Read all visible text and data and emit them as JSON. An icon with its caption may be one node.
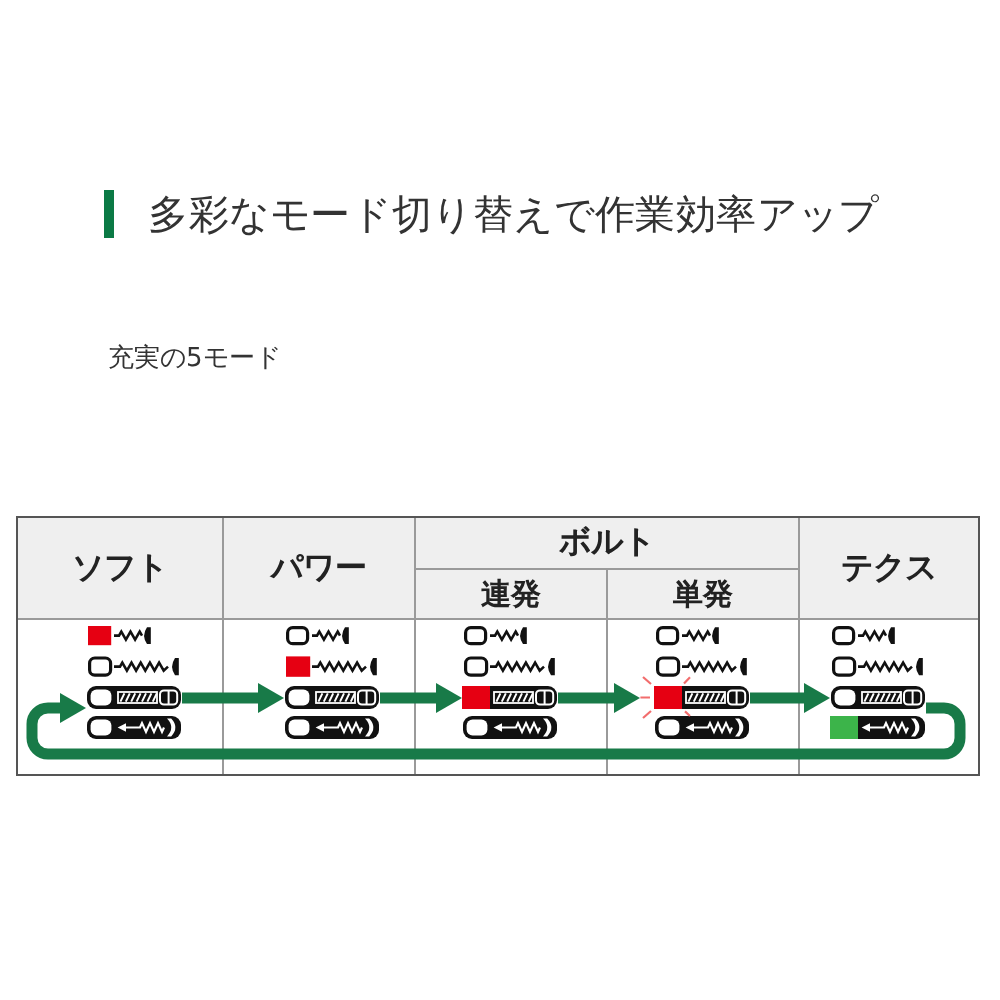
{
  "diagram": {
    "title": "多彩なモード切り替えで作業効率アップ",
    "nodes": [
      {
        "text": [],
        "shape": "picture"
      },
      {
        "text": [],
        "shape": "picture"
      },
      {
        "text": [],
        "shape": "picture"
      },
      {
        "text": [],
        "shape": "picture"
      },
      {
        "text": [],
        "shape": "picture"
      }
    ],
    "edges": [
      {
        "from": 0,
        "to": 1,
        "arrow": "to"
      },
      {
        "from": 1,
        "to": 2,
        "arrow": "to"
      },
      {
        "from": 2,
        "to": 3,
        "arrow": "to"
      },
      {
        "from": 3,
        "to": 4,
        "arrow": "to"
      },
      {
        "from": 4,
        "to": 0,
        "arrow": "to"
      }
    ],
    "labels": [
      "充実の5モード",
      "ソフト",
      "パワー",
      "ボルト",
      "テクス",
      "連発",
      "単発"
    ]
  }
}
